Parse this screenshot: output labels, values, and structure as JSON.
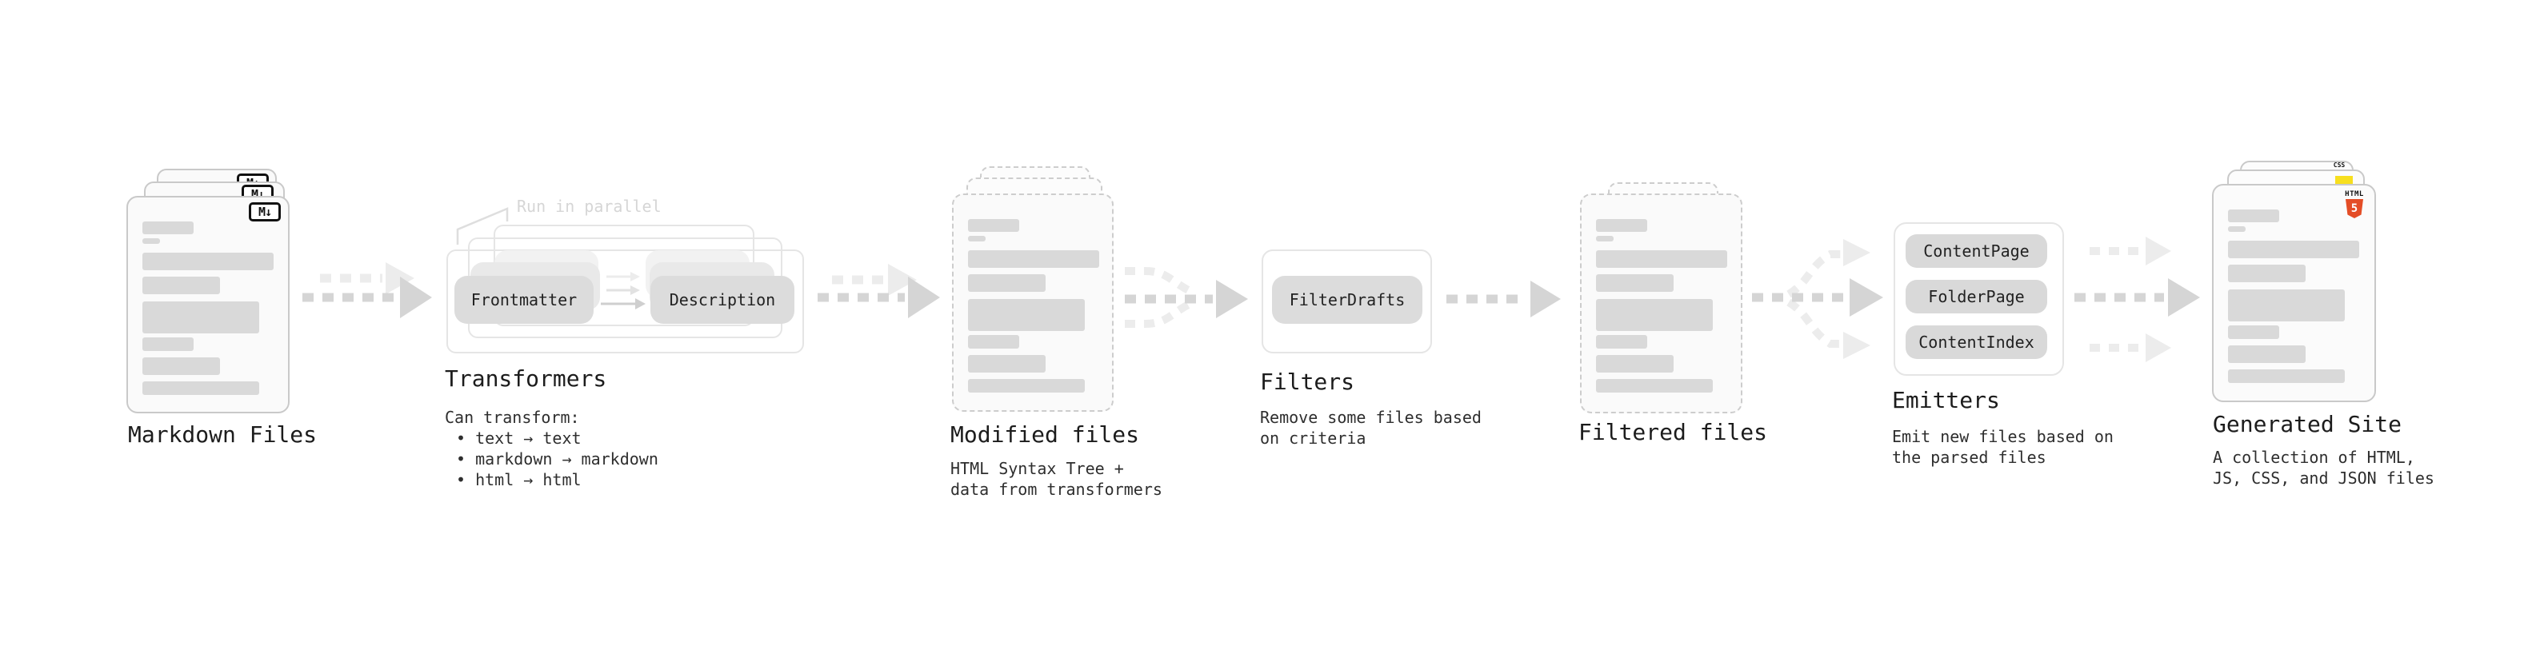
{
  "colors": {
    "ink": "#1c1c1c",
    "body_text": "#2e2e2e",
    "muted_label": "#d6d6d6",
    "bar_fill": "#d9d9d9",
    "pill_fill": "#dcdcdc",
    "card_border": "#c9c9c9",
    "dashed_border": "#cdcdcd",
    "box_border": "#e5e5e5",
    "arrow_dark": "#d5d5d5",
    "arrow_light": "#ececec",
    "accent_markdown": "#111111",
    "accent_html": "#e44d26",
    "accent_js": "#f7df1e",
    "accent_css": "#2965f1"
  },
  "stages": {
    "markdown_files": {
      "title": "Markdown Files",
      "badge": "M↓"
    },
    "transformers": {
      "parallel_note": "Run in parallel",
      "transformer_a": "Frontmatter",
      "transformer_b": "Description",
      "title": "Transformers",
      "desc_heading": "Can transform:",
      "bullets": [
        "• text → text",
        "• markdown → markdown",
        "• html → html"
      ]
    },
    "modified_files": {
      "title": "Modified files",
      "desc_line1": "HTML Syntax Tree +",
      "desc_line2": "data from transformers"
    },
    "filters": {
      "title": "Filters",
      "filter_name": "FilterDrafts",
      "desc_line1": "Remove some files based",
      "desc_line2": "on criteria"
    },
    "filtered_files": {
      "title": "Filtered files"
    },
    "emitters": {
      "title": "Emitters",
      "emitter_names": [
        "ContentPage",
        "FolderPage",
        "ContentIndex"
      ],
      "desc_line1": "Emit new files based on",
      "desc_line2": "the parsed files"
    },
    "generated_site": {
      "title": "Generated Site",
      "desc_line1": "A collection of HTML,",
      "desc_line2": "JS, CSS, and JSON files",
      "badge_html_label": "HTML",
      "badge_html_number": "5",
      "badge_css": "CSS"
    }
  }
}
